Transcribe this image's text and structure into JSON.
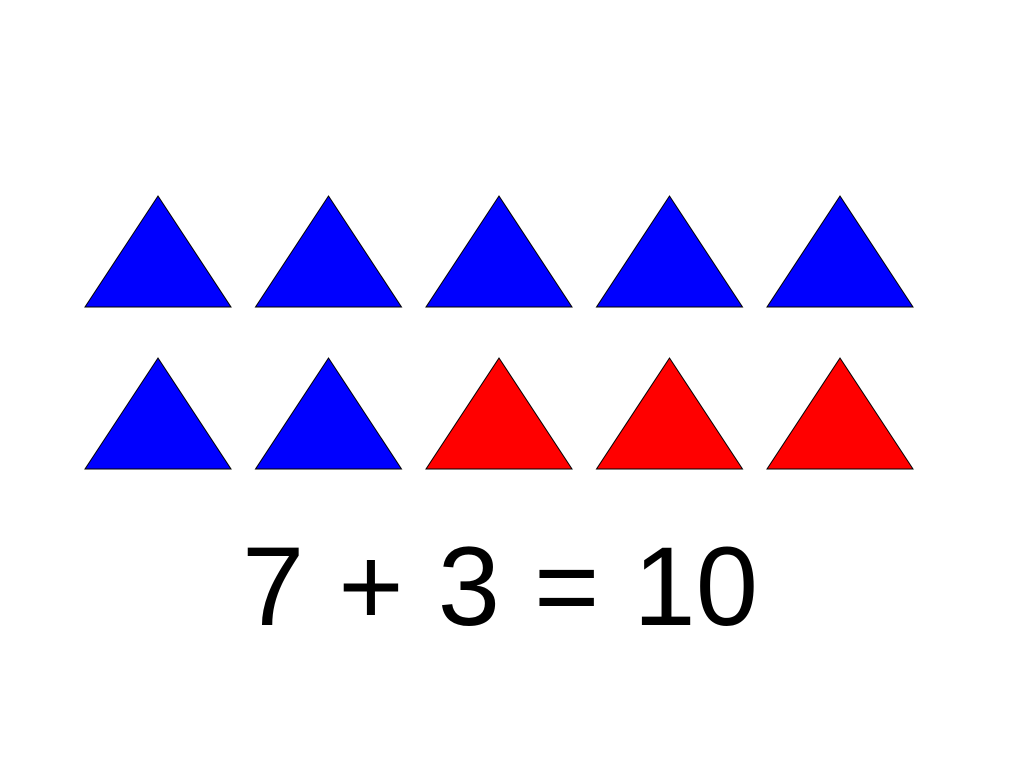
{
  "triangles": {
    "rows": [
      [
        "blue",
        "blue",
        "blue",
        "blue",
        "blue"
      ],
      [
        "blue",
        "blue",
        "red",
        "red",
        "red"
      ]
    ],
    "colors": {
      "blue": "#0000ff",
      "red": "#ff0000",
      "outline": "#000000"
    }
  },
  "equation": {
    "addend1": "7",
    "plus": "+",
    "addend2": "3",
    "equals": "=",
    "sum": "10"
  }
}
